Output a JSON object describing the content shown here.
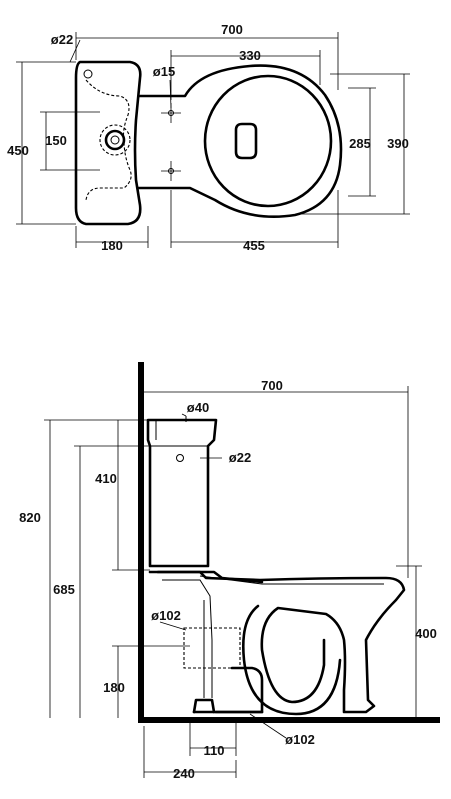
{
  "colors": {
    "line": "#000000",
    "background": "#ffffff"
  },
  "top_view": {
    "dimensions": {
      "overall_length": "700",
      "cistern_inlet": "ø22",
      "fixing_holes": "ø15",
      "pan_to_seat_holes": "330",
      "height_150": "150",
      "depth_450": "450",
      "cistern_depth": "180",
      "pan_length": "455",
      "bowl_285": "285",
      "width_390": "390"
    }
  },
  "side_view": {
    "dimensions": {
      "overall_length": "700",
      "flush_button": "ø40",
      "water_inlet": "ø22",
      "cistern_height": "410",
      "total_height": "820",
      "top_of_pan": "685",
      "flush_pipe": "ø102",
      "rim_height": "400",
      "outlet_height": "180",
      "outlet_offset": "110",
      "outlet": "ø102",
      "wall_to_outlet": "240"
    }
  }
}
